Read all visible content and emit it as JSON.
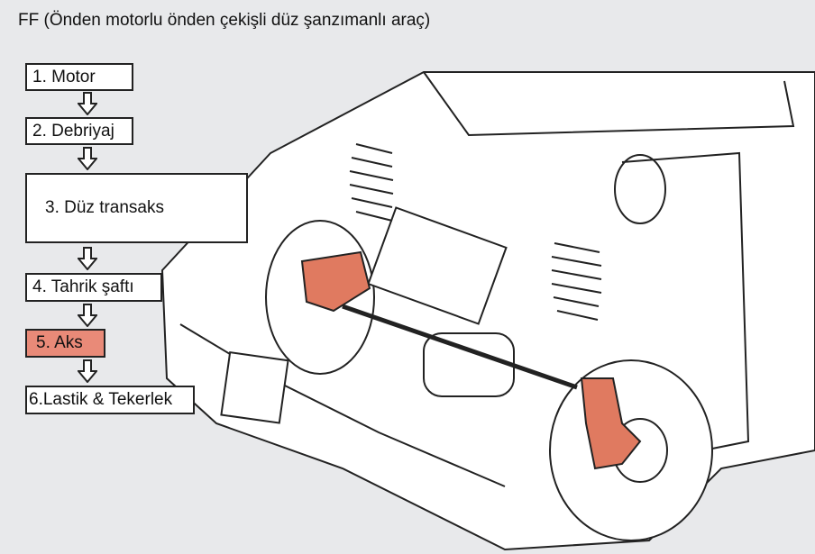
{
  "title": "FF (Önden motorlu önden çekişli düz şanzımanlı araç)",
  "steps": [
    {
      "label": "1. Motor"
    },
    {
      "label": "2. Debriyaj"
    },
    {
      "label": "3. Düz transaks"
    },
    {
      "label": "4. Tahrik şaftı"
    },
    {
      "label": "5. Aks",
      "highlight": "#e98a78"
    },
    {
      "label": "6.Lastik & Tekerlek"
    }
  ],
  "colors": {
    "background": "#e8e9eb",
    "highlight": "#e98a78",
    "bracket": "#e07a60"
  }
}
